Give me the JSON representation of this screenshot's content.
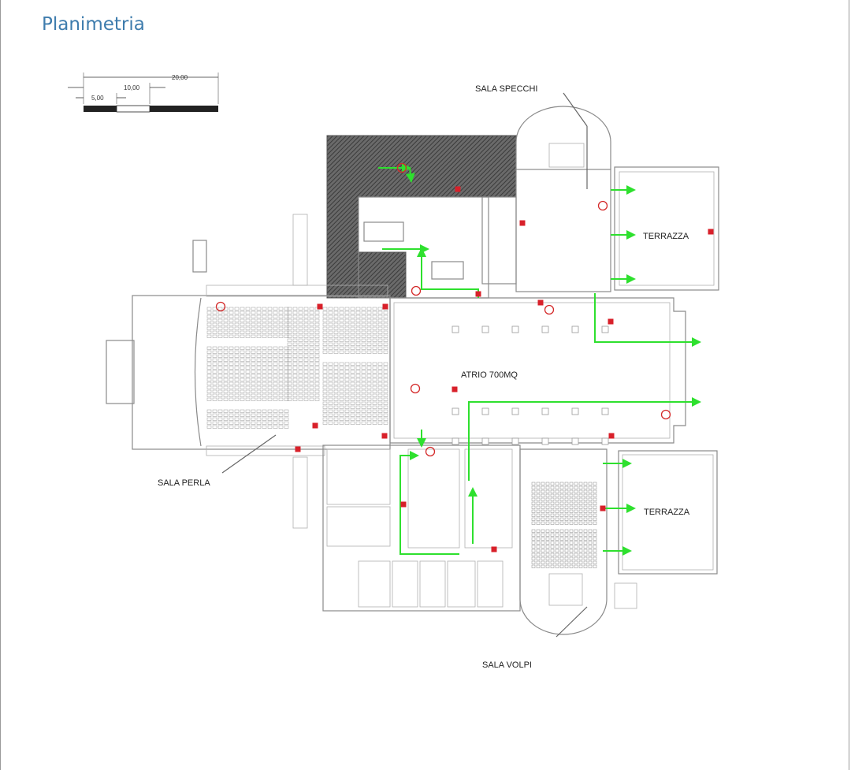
{
  "page": {
    "title": "Planimetria"
  },
  "scale_bar": {
    "labels": [
      "20,00",
      "10,00",
      "5,00"
    ]
  },
  "rooms": {
    "sala_specchi": "SALA SPECCHI",
    "terrazza_north": "TERRAZZA",
    "atrio": "ATRIO 700MQ",
    "sala_perla": "SALA PERLA",
    "terrazza_south": "TERRAZZA",
    "sala_volpi": "SALA VOLPI"
  },
  "legend_colors": {
    "escape_route": "#2ee02e",
    "extinguisher": "#d42a2a",
    "hydrant": "#d8202a",
    "title": "#3e7cad"
  }
}
